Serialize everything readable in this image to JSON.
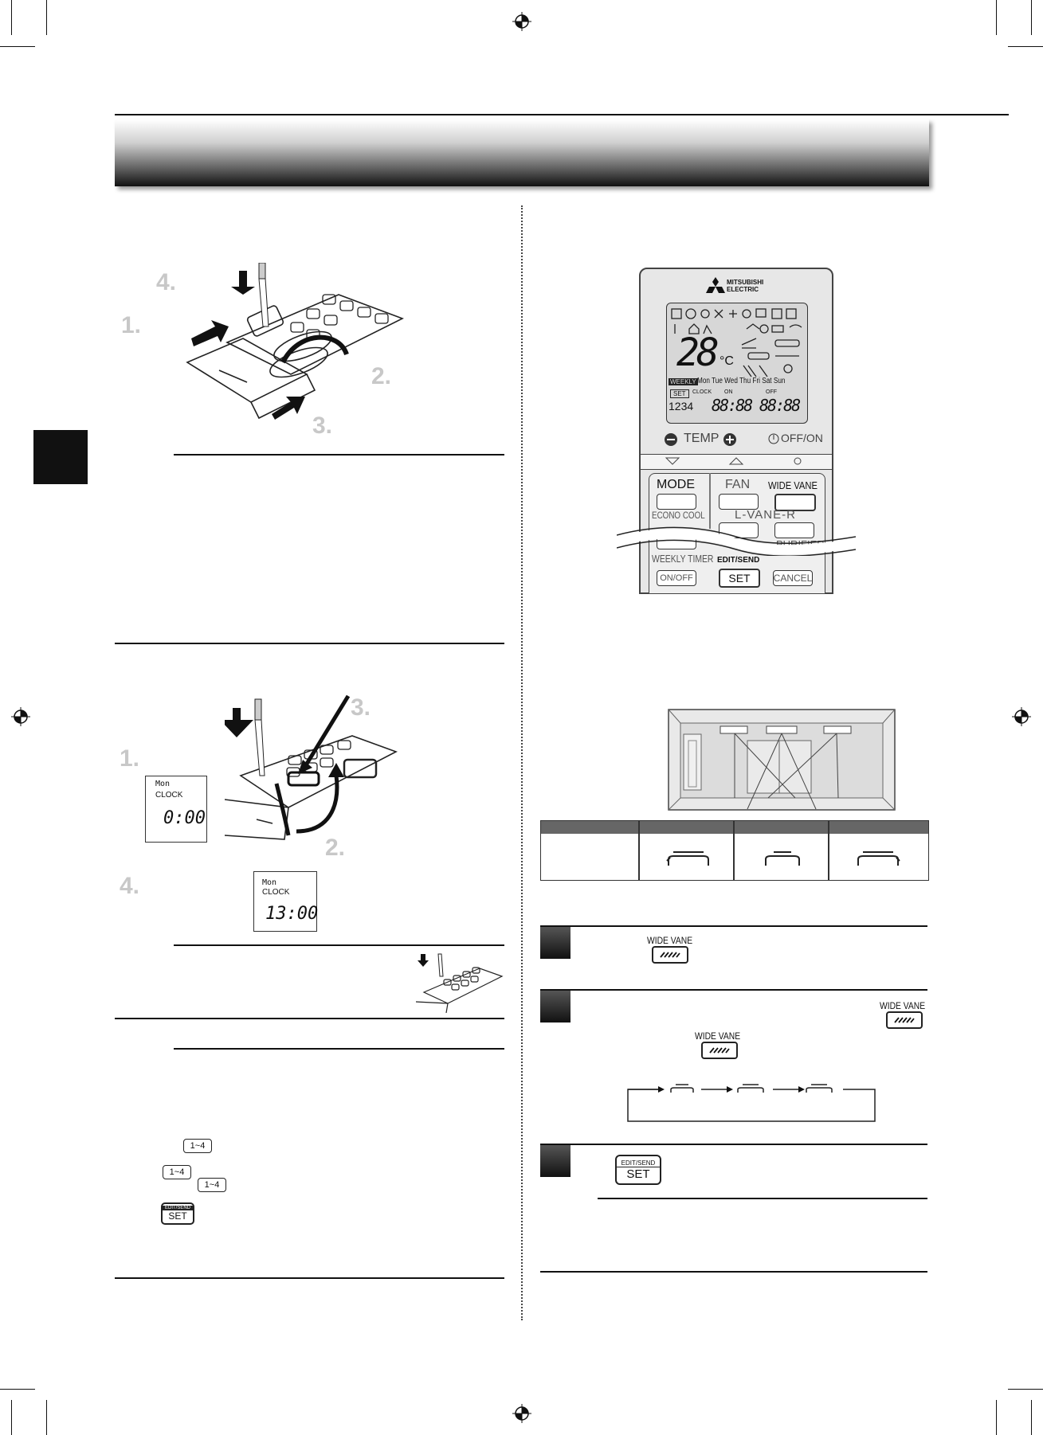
{
  "left": {
    "battery_steps": [
      "1.",
      "2.",
      "3.",
      "4."
    ],
    "clock_steps": [
      "1.",
      "2.",
      "3.",
      "4."
    ],
    "lcd1": {
      "day": "Mon",
      "label": "CLOCK",
      "time": "0:00"
    },
    "lcd2": {
      "day": "Mon",
      "label": "CLOCK",
      "time": "13:00"
    },
    "range_button": "1~4",
    "set_button": {
      "top": "EDIT/SEND",
      "label": "SET"
    }
  },
  "remote": {
    "brand": "MITSUBISHI ELECTRIC",
    "temp_big": "28",
    "unit": "°C",
    "days": "Mon Tue Wed Thu Fri Sat Sun",
    "weekly": "WEEKLY",
    "set": "SET",
    "clock": "CLOCK",
    "on": "ON",
    "off": "OFF",
    "program": "1234",
    "time_a": "88:88",
    "time_b": "88:88",
    "temp_label": "TEMP",
    "offon": "OFF/ON",
    "mode": "MODE",
    "fan": "FAN",
    "wide_vane": "WIDE VANE",
    "econo": "ECONO COOL",
    "lvane": "L-VANE-R",
    "purifier": "PURIFIER",
    "weekly_timer": "WEEKLY TIMER",
    "onoff": "ON/OFF",
    "edit_send": "EDIT/SEND",
    "set_btn": "SET",
    "cancel": "CANCEL"
  },
  "right": {
    "wide_vane": "WIDE VANE",
    "edit_send": "EDIT/SEND",
    "set": "SET"
  },
  "colors": {
    "step_gray": "#c8c8c8",
    "band_dark": "#111111"
  }
}
